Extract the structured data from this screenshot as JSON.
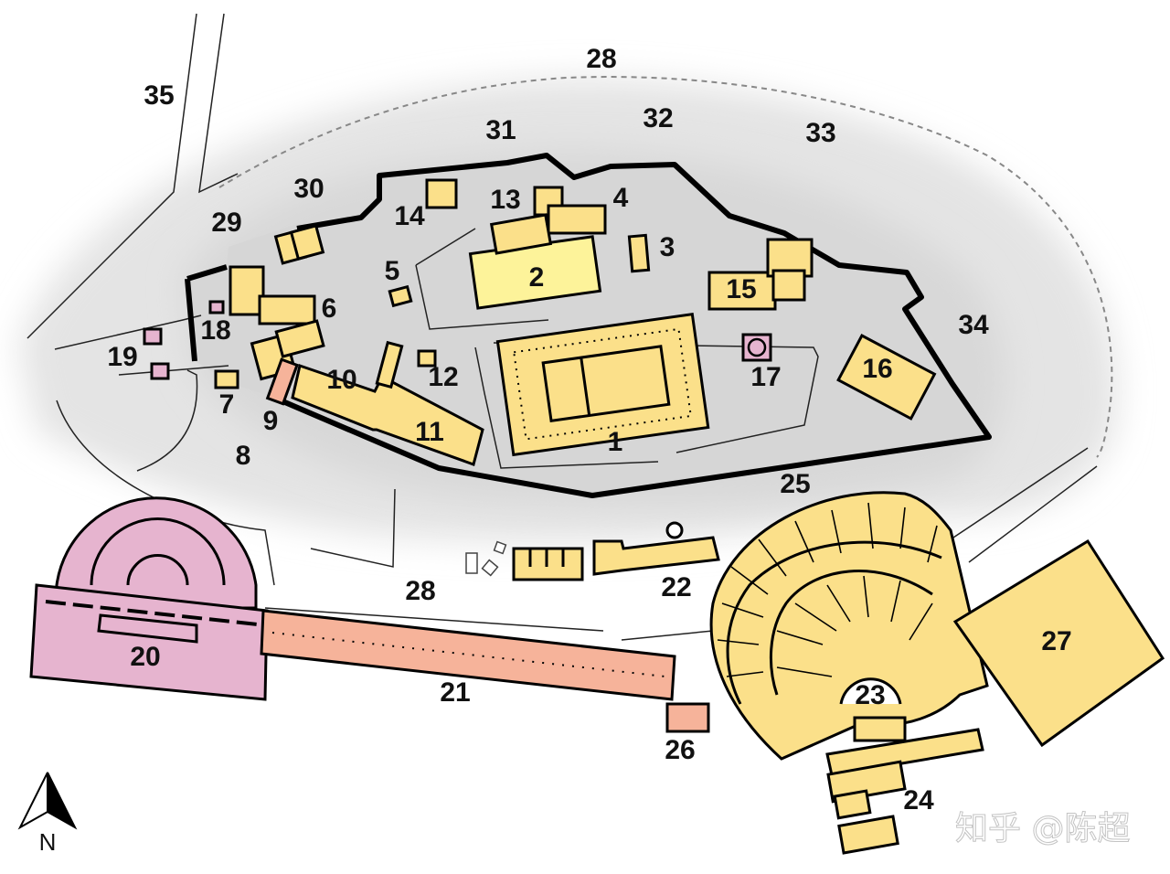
{
  "labels": {
    "l1": "1",
    "l2": "2",
    "l3": "3",
    "l4": "4",
    "l5": "5",
    "l6": "6",
    "l7": "7",
    "l8": "8",
    "l9": "9",
    "l10": "10",
    "l11": "11",
    "l12": "12",
    "l13": "13",
    "l14": "14",
    "l15": "15",
    "l16": "16",
    "l17": "17",
    "l18": "18",
    "l19": "19",
    "l20": "20",
    "l21": "21",
    "l22": "22",
    "l23": "23",
    "l24": "24",
    "l25": "25",
    "l26": "26",
    "l27": "27",
    "l28a": "28",
    "l28b": "28",
    "l29": "29",
    "l30": "30",
    "l31": "31",
    "l32": "32",
    "l33": "33",
    "l34": "34",
    "l35": "35"
  },
  "compass": {
    "label": "N"
  },
  "watermark": "知乎 @陈超",
  "colors": {
    "building_yellow": "#fbe08a",
    "building_light": "#fdf39a",
    "odeon_pink": "#e6b4cf",
    "stoa_salmon": "#f6b39a",
    "rock_gray": "#d9d9d9",
    "hill_shadow": "#ececec"
  }
}
